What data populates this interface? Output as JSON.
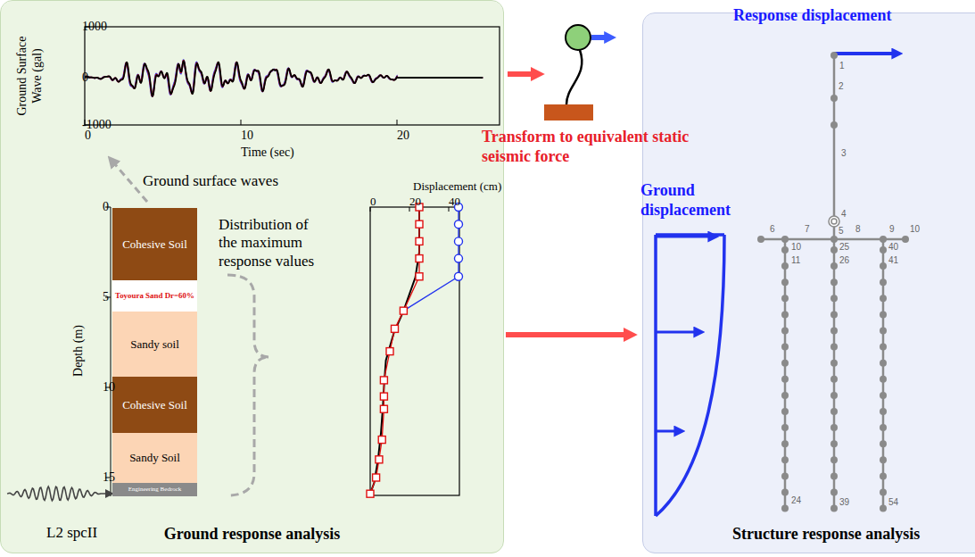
{
  "diagram": {
    "nodes": [
      {
        "text": [
          "Ground response analysis"
        ]
      },
      {
        "text": [
          "Cohesive Soil"
        ],
        "in": 0
      },
      {
        "text": [
          "Toyoura Sand Dr=60%"
        ],
        "in": 0
      },
      {
        "text": [
          "Sandy soil"
        ],
        "in": 0
      },
      {
        "text": [
          "Cohesive Soil"
        ],
        "in": 0
      },
      {
        "text": [
          "Sandy Soil"
        ],
        "in": 0
      },
      {
        "text": [
          "Engineering Bedrock"
        ],
        "in": 0
      },
      {
        "text": [
          "Structure response analysis"
        ]
      }
    ],
    "edges": [
      {
        "from": 0,
        "to": 7,
        "arrow": "to"
      }
    ],
    "labels": [
      "1000",
      "0",
      "-1000",
      "0",
      "10",
      "20",
      "Ground Surface Wave (gal)",
      "Time (sec)",
      "Ground surface waves",
      "Distribution of the maximum response values",
      "Depth (m)",
      "0",
      "5",
      "10",
      "15",
      "Displacement (cm)",
      "0",
      "20",
      "40",
      "L2 spcII",
      "Transform to equivalent static seismic force",
      "Response displacement",
      "Ground displacement",
      "1",
      "2",
      "3",
      "4",
      "6",
      "7",
      "5",
      "8",
      "9",
      "10",
      "10",
      "11",
      "25",
      "26",
      "40",
      "41",
      "24",
      "39",
      "54"
    ]
  }
}
